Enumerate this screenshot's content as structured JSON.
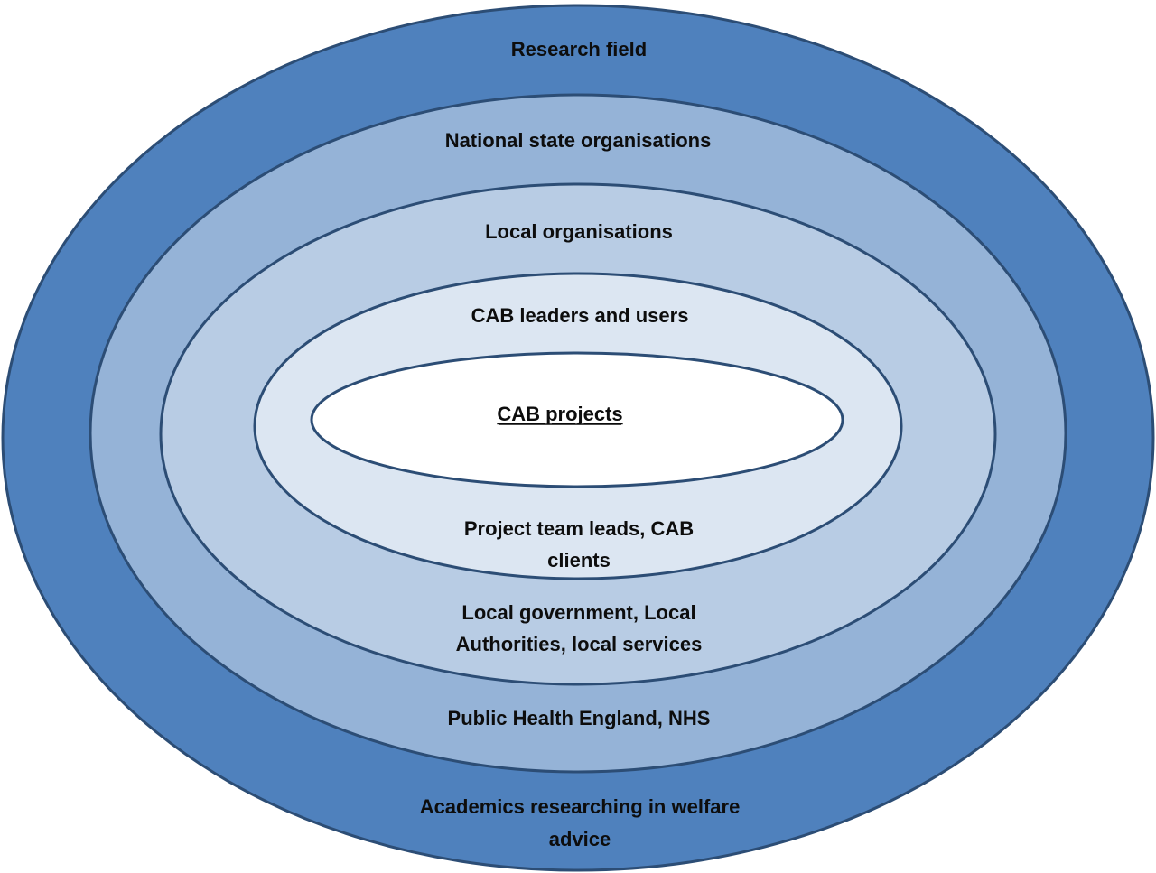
{
  "colors": {
    "ring_research_field": "#4f81bd",
    "ring_national": "#95b3d7",
    "ring_local": "#b8cce4",
    "ring_cab_leaders": "#dce6f2",
    "ring_center": "#ffffff",
    "outline": "#2c4d75"
  },
  "rings": {
    "research_field": {
      "title": "Research field",
      "members_line1": "Academics researching in welfare",
      "members_line2": "advice"
    },
    "national": {
      "title": "National state organisations",
      "members_line1": "Public Health England, NHS"
    },
    "local": {
      "title": "Local organisations",
      "members_line1": "Local government, Local",
      "members_line2": "Authorities, local services"
    },
    "cab_leaders": {
      "title": "CAB leaders and users",
      "members_line1": "Project team leads, CAB",
      "members_line2": "clients"
    },
    "center": {
      "title": "CAB projects"
    }
  }
}
